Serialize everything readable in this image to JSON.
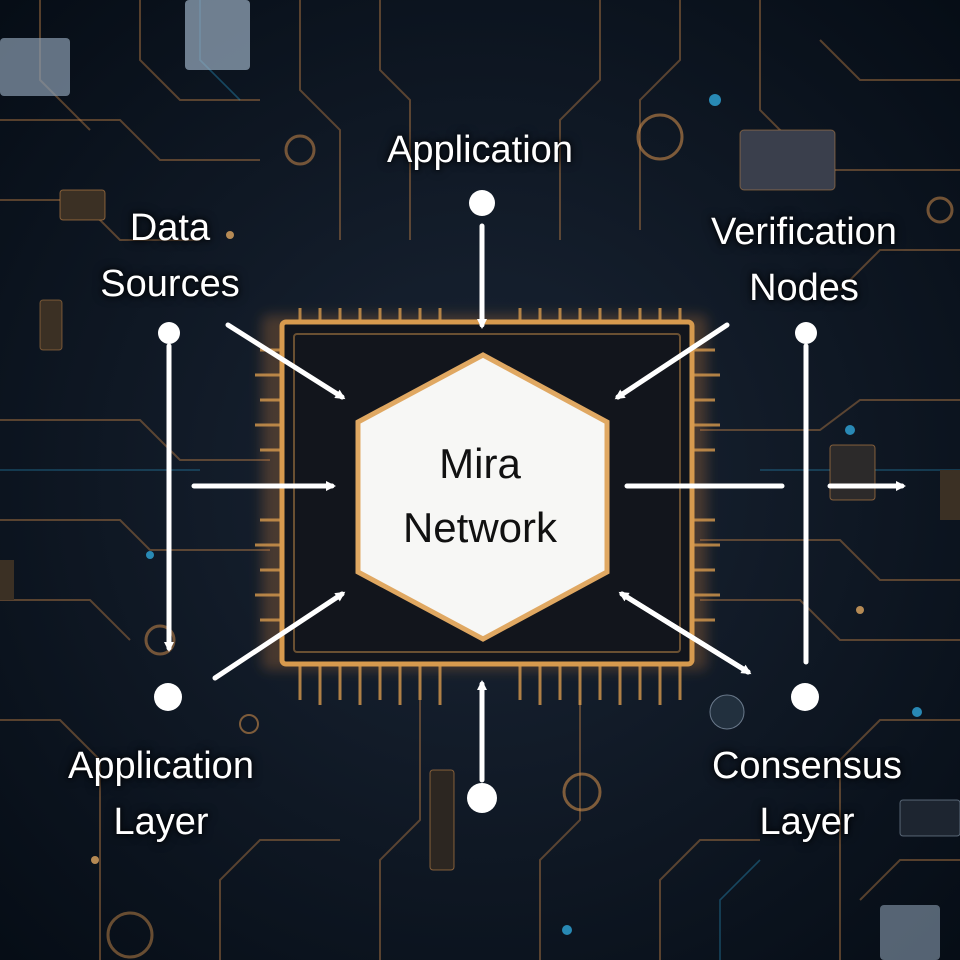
{
  "center": {
    "line1": "Mira",
    "line2": "Network"
  },
  "nodes": {
    "application": {
      "line1": "Application"
    },
    "data_sources": {
      "line1": "Data",
      "line2": "Sources"
    },
    "verification_nodes": {
      "line1": "Verification",
      "line2": "Nodes"
    },
    "application_layer": {
      "line1": "Application",
      "line2": "Layer"
    },
    "consensus_layer": {
      "line1": "Consensus",
      "line2": "Layer"
    }
  },
  "colors": {
    "background": "#0a1420",
    "trace": "#c8894a",
    "chip_border": "#d79a4e",
    "hexagon_fill": "#f7f7f5",
    "hexagon_stroke": "#e0a862",
    "arrow": "#ffffff",
    "accent_cyan": "#2fa6d9"
  }
}
